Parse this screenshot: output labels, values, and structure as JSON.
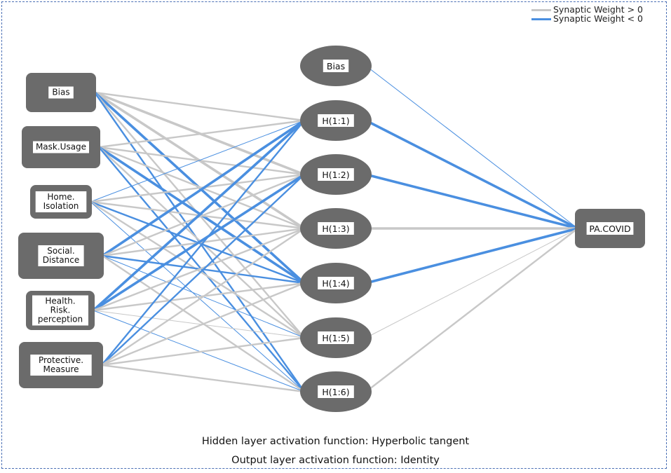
{
  "legend": {
    "positive_label": "Synaptic Weight > 0",
    "negative_label": "Synaptic Weight < 0",
    "positive_color": "#c8c8c8",
    "negative_color": "#4a8fe0"
  },
  "node_color": "#6b6b6b",
  "input_nodes": [
    {
      "id": "in-bias",
      "lines": [
        "Bias"
      ]
    },
    {
      "id": "in-mask",
      "lines": [
        "Mask.Usage"
      ]
    },
    {
      "id": "in-home",
      "lines": [
        "Home.",
        "Isolation"
      ]
    },
    {
      "id": "in-social",
      "lines": [
        "Social.",
        "Distance"
      ]
    },
    {
      "id": "in-health",
      "lines": [
        "Health.",
        "Risk.",
        "perception"
      ]
    },
    {
      "id": "in-protect",
      "lines": [
        "Protective.",
        "Measure"
      ]
    }
  ],
  "hidden_nodes": [
    {
      "id": "h-bias",
      "label": "Bias"
    },
    {
      "id": "h1",
      "label": "H(1:1)"
    },
    {
      "id": "h2",
      "label": "H(1:2)"
    },
    {
      "id": "h3",
      "label": "H(1:3)"
    },
    {
      "id": "h4",
      "label": "H(1:4)"
    },
    {
      "id": "h5",
      "label": "H(1:5)"
    },
    {
      "id": "h6",
      "label": "H(1:6)"
    }
  ],
  "output_node": {
    "id": "out",
    "label": "PA.COVID"
  },
  "connections": [
    {
      "from": "in-bias",
      "to": "h1",
      "sign": "pos",
      "strength": 2
    },
    {
      "from": "in-bias",
      "to": "h2",
      "sign": "pos",
      "strength": 3
    },
    {
      "from": "in-bias",
      "to": "h3",
      "sign": "pos",
      "strength": 3
    },
    {
      "from": "in-bias",
      "to": "h4",
      "sign": "neg",
      "strength": 3
    },
    {
      "from": "in-bias",
      "to": "h5",
      "sign": "pos",
      "strength": 2
    },
    {
      "from": "in-bias",
      "to": "h6",
      "sign": "neg",
      "strength": 2
    },
    {
      "from": "in-mask",
      "to": "h1",
      "sign": "pos",
      "strength": 2
    },
    {
      "from": "in-mask",
      "to": "h2",
      "sign": "pos",
      "strength": 2
    },
    {
      "from": "in-mask",
      "to": "h3",
      "sign": "pos",
      "strength": 2
    },
    {
      "from": "in-mask",
      "to": "h4",
      "sign": "neg",
      "strength": 3
    },
    {
      "from": "in-mask",
      "to": "h5",
      "sign": "pos",
      "strength": 2
    },
    {
      "from": "in-mask",
      "to": "h6",
      "sign": "neg",
      "strength": 2
    },
    {
      "from": "in-home",
      "to": "h1",
      "sign": "neg",
      "strength": 1
    },
    {
      "from": "in-home",
      "to": "h2",
      "sign": "pos",
      "strength": 2
    },
    {
      "from": "in-home",
      "to": "h3",
      "sign": "pos",
      "strength": 2
    },
    {
      "from": "in-home",
      "to": "h4",
      "sign": "neg",
      "strength": 2
    },
    {
      "from": "in-home",
      "to": "h5",
      "sign": "pos",
      "strength": 2
    },
    {
      "from": "in-home",
      "to": "h6",
      "sign": "neg",
      "strength": 1
    },
    {
      "from": "in-social",
      "to": "h1",
      "sign": "neg",
      "strength": 3
    },
    {
      "from": "in-social",
      "to": "h2",
      "sign": "pos",
      "strength": 2
    },
    {
      "from": "in-social",
      "to": "h3",
      "sign": "pos",
      "strength": 2
    },
    {
      "from": "in-social",
      "to": "h4",
      "sign": "neg",
      "strength": 2
    },
    {
      "from": "in-social",
      "to": "h5",
      "sign": "neg",
      "strength": 1
    },
    {
      "from": "in-social",
      "to": "h6",
      "sign": "pos",
      "strength": 2
    },
    {
      "from": "in-health",
      "to": "h1",
      "sign": "neg",
      "strength": 3
    },
    {
      "from": "in-health",
      "to": "h2",
      "sign": "neg",
      "strength": 3
    },
    {
      "from": "in-health",
      "to": "h3",
      "sign": "pos",
      "strength": 2
    },
    {
      "from": "in-health",
      "to": "h4",
      "sign": "pos",
      "strength": 2
    },
    {
      "from": "in-health",
      "to": "h5",
      "sign": "pos",
      "strength": 1
    },
    {
      "from": "in-health",
      "to": "h6",
      "sign": "neg",
      "strength": 1
    },
    {
      "from": "in-protect",
      "to": "h1",
      "sign": "neg",
      "strength": 2
    },
    {
      "from": "in-protect",
      "to": "h2",
      "sign": "neg",
      "strength": 2
    },
    {
      "from": "in-protect",
      "to": "h3",
      "sign": "pos",
      "strength": 2
    },
    {
      "from": "in-protect",
      "to": "h4",
      "sign": "pos",
      "strength": 2
    },
    {
      "from": "in-protect",
      "to": "h5",
      "sign": "pos",
      "strength": 2
    },
    {
      "from": "in-protect",
      "to": "h6",
      "sign": "pos",
      "strength": 2
    },
    {
      "from": "h-bias",
      "to": "out",
      "sign": "neg",
      "strength": 1
    },
    {
      "from": "h1",
      "to": "out",
      "sign": "neg",
      "strength": 3
    },
    {
      "from": "h2",
      "to": "out",
      "sign": "neg",
      "strength": 3
    },
    {
      "from": "h3",
      "to": "out",
      "sign": "pos",
      "strength": 3
    },
    {
      "from": "h4",
      "to": "out",
      "sign": "neg",
      "strength": 3
    },
    {
      "from": "h5",
      "to": "out",
      "sign": "pos",
      "strength": 1
    },
    {
      "from": "h6",
      "to": "out",
      "sign": "pos",
      "strength": 2
    }
  ],
  "footnotes": {
    "hidden_activation": "Hidden layer activation function: Hyperbolic tangent",
    "output_activation": "Output layer activation function: Identity"
  }
}
